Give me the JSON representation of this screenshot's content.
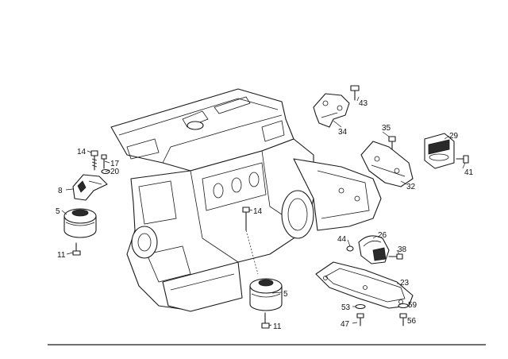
{
  "callouts": {
    "c14a": "14",
    "c17": "17",
    "c20": "20",
    "c8": "8",
    "c5a": "5",
    "c11a": "11",
    "c14b": "14",
    "c5b": "5",
    "c11b": "11",
    "c43": "43",
    "c34": "34",
    "c35": "35",
    "c29": "29",
    "c41": "41",
    "c32": "32",
    "c44": "44",
    "c26": "26",
    "c38": "38",
    "c23": "23",
    "c53": "53",
    "c59": "59",
    "c47": "47",
    "c56": "56"
  },
  "colors": {
    "ink": "#1a1a1a",
    "background": "#ffffff"
  }
}
